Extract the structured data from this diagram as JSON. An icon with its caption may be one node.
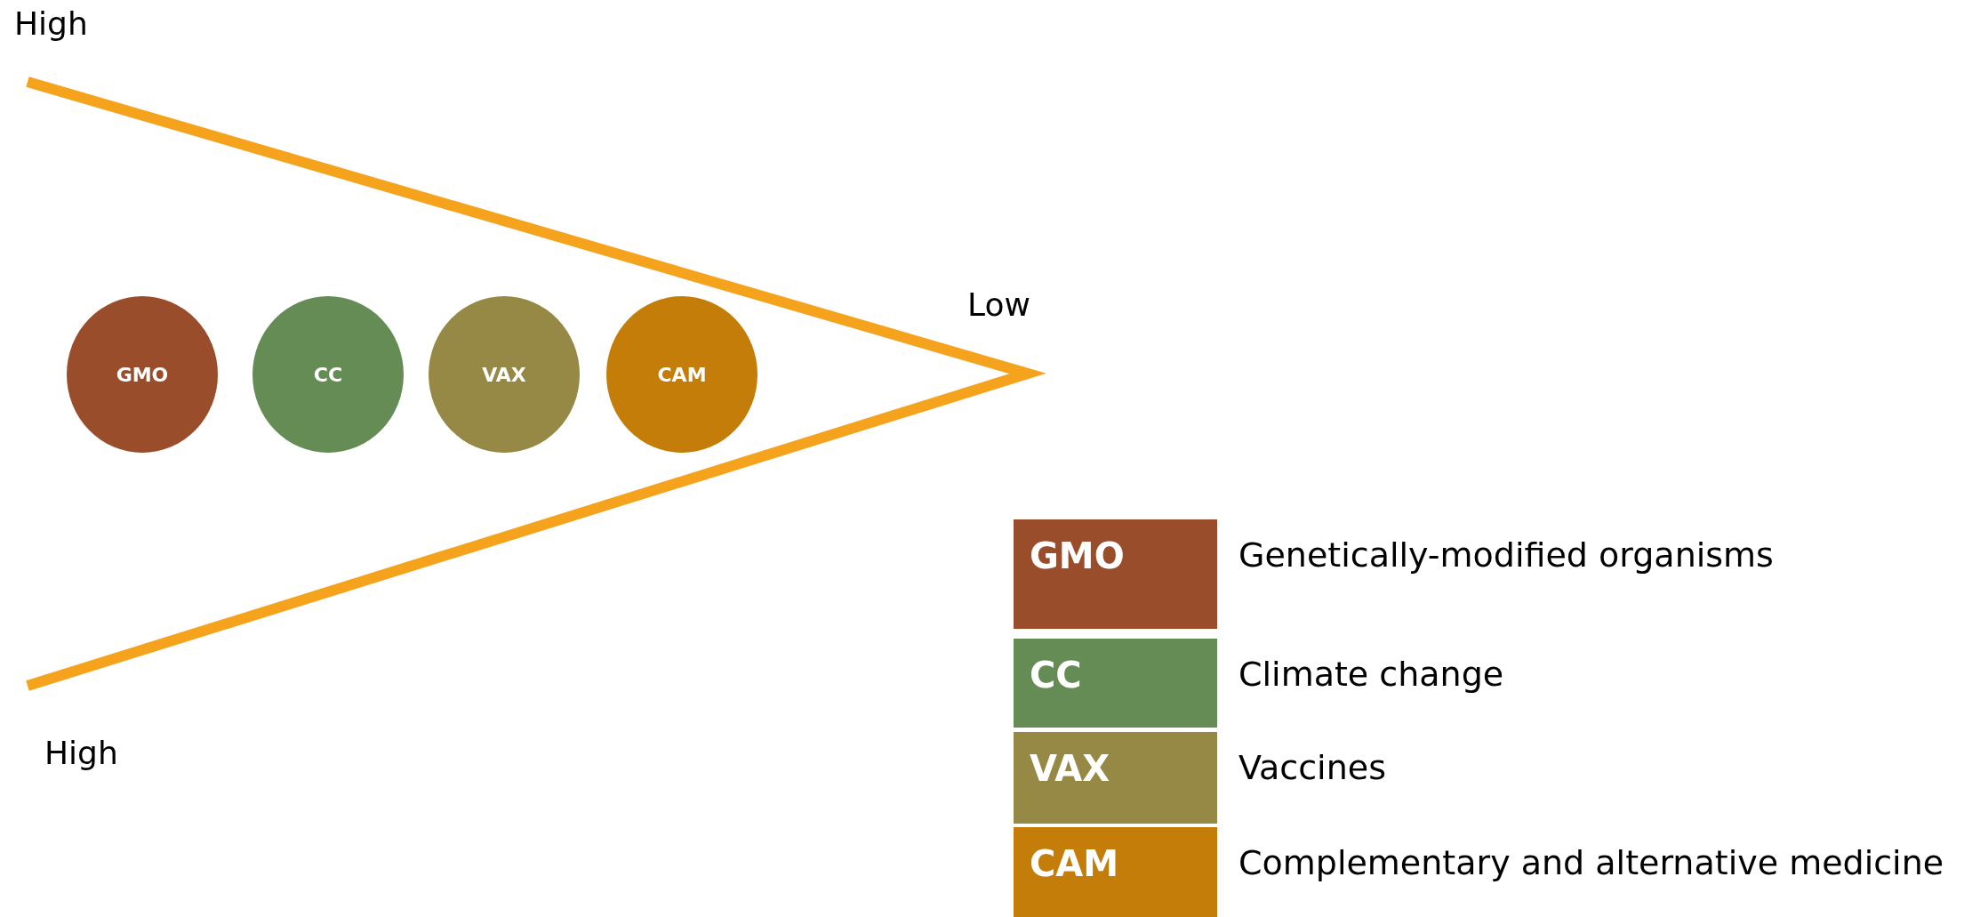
{
  "diagram": {
    "nodes": [
      {
        "text": [
          "GMO"
        ]
      },
      {
        "text": [
          "CC"
        ]
      },
      {
        "text": [
          "VAX"
        ]
      },
      {
        "text": [
          "CAM"
        ]
      }
    ],
    "labels": [
      "High",
      "Low",
      "High",
      "GMO",
      "CC",
      "VAX",
      "CAM"
    ],
    "legend": [
      {
        "text": "Genetically-modified organisms",
        "color": "#9a4d2a"
      },
      {
        "text": "Climate change",
        "color": "#668c56"
      },
      {
        "text": "Vaccines",
        "color": "#968845"
      },
      {
        "text": "Complementary and alternative medicine",
        "color": "#c47d08"
      }
    ]
  }
}
